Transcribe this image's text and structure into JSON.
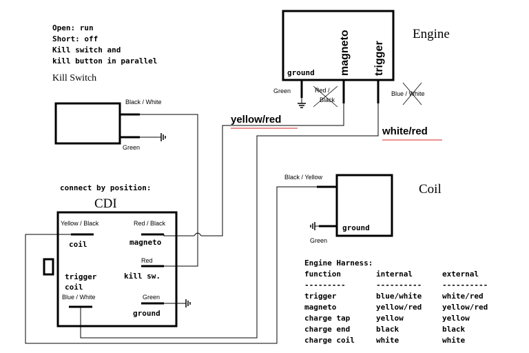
{
  "notes": {
    "line1": "Open:  run",
    "line2": "Short: off",
    "line3": "Kill switch and",
    "line4": "kill button in parallel"
  },
  "kill_switch": {
    "title": "Kill Switch",
    "wire_top": "Black / White",
    "wire_bottom": "Green"
  },
  "engine": {
    "title": "Engine",
    "ground": "ground",
    "magneto": "magneto",
    "trigger": "trigger",
    "wire_green": "Green",
    "wire_redblack_1": "Red /",
    "wire_redblack_2": "Black",
    "wire_bluewhite": "Blue / White"
  },
  "wire_labels": {
    "yellow_red": "yellow/red",
    "white_red": "white/red"
  },
  "coil": {
    "title": "Coil",
    "wire_top": "Black / Yellow",
    "ground": "ground",
    "wire_ground": "Green"
  },
  "cdi": {
    "connect_note": "connect by position:",
    "title": "CDI",
    "yellow_black": "Yellow / Black",
    "coil": "coil",
    "red_black": "Red / Black",
    "magneto": "magneto",
    "red": "Red",
    "kill_sw": "kill sw.",
    "trigger_1": "trigger",
    "trigger_2": "coil",
    "blue_white": "Blue / White",
    "green": "Green",
    "ground": "ground"
  },
  "harness": {
    "title": "Engine Harness:",
    "headers": [
      "function",
      "internal",
      "external"
    ],
    "dashes": [
      "---------",
      "----------",
      "----------"
    ],
    "rows": [
      [
        "trigger",
        "blue/white",
        "white/red"
      ],
      [
        "magneto",
        "yellow/red",
        "yellow/red"
      ],
      [
        "charge tap",
        "yellow",
        "yellow"
      ],
      [
        "charge end",
        "black",
        "black"
      ],
      [
        "charge coil",
        "white",
        "white"
      ]
    ]
  }
}
